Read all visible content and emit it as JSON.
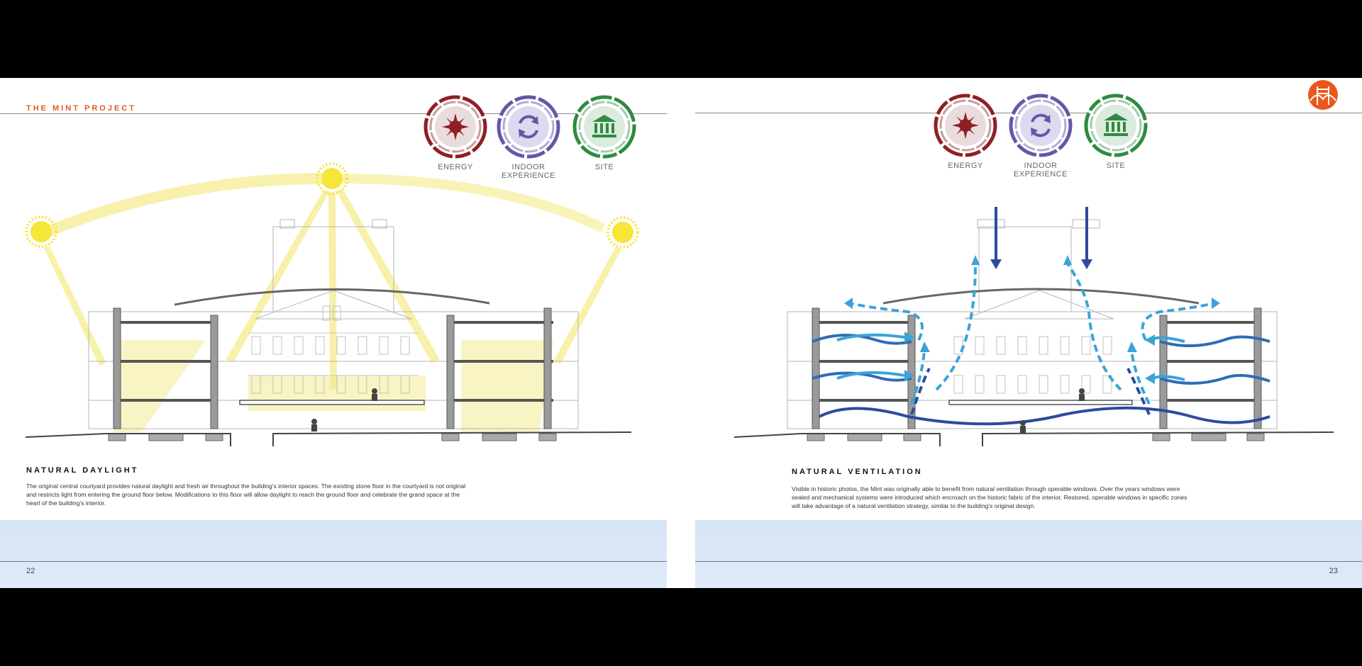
{
  "left_page": {
    "brand": "THE MINT PROJECT",
    "badges": [
      {
        "label": "ENERGY",
        "icon": "sun-icon",
        "color": "#8e1f24"
      },
      {
        "label": "INDOOR EXPERIENCE",
        "icon": "cycle-icon",
        "color": "#6457a6"
      },
      {
        "label": "SITE",
        "icon": "building-icon",
        "color": "#2e8b3f"
      }
    ],
    "section_title": "NATURAL DAYLIGHT",
    "body": [
      "The original central courtyard provides natural daylight and fresh air throughout the building's interior spaces. The existing stone floor in the courtyard is not original",
      "and restricts light from entering the ground floor below. Modifications to this floor will allow daylight to reach the ground floor and celebrate the grand space at the",
      "heart of the building's interior."
    ],
    "page_number": "22"
  },
  "right_page": {
    "badges": [
      {
        "label": "ENERGY",
        "icon": "sun-icon",
        "color": "#8e1f24"
      },
      {
        "label": "INDOOR EXPERIENCE",
        "icon": "cycle-icon",
        "color": "#6457a6"
      },
      {
        "label": "SITE",
        "icon": "building-icon",
        "color": "#2e8b3f"
      }
    ],
    "section_title": "NATURAL VENTILATION",
    "body": [
      "Visible in historic photos, the Mint was originally able to benefit from natural ventilation through operable windows. Over the years windows were",
      "sealed and mechanical systems were introduced which encroach on the historic fabric of the interior. Restored, operable windows in specific zones",
      "will take advantage of a natural ventilation strategy, similar to the building's original design."
    ],
    "page_number": "23",
    "logo_icon": "bridge-icon",
    "logo_color": "#e8581c"
  },
  "colors": {
    "accent": "#e8581c",
    "sunlight": "#f6ee9a",
    "air_dark": "#2e4a9e",
    "air_light": "#3aa3d9",
    "footer_band": "#d9e7f7"
  }
}
